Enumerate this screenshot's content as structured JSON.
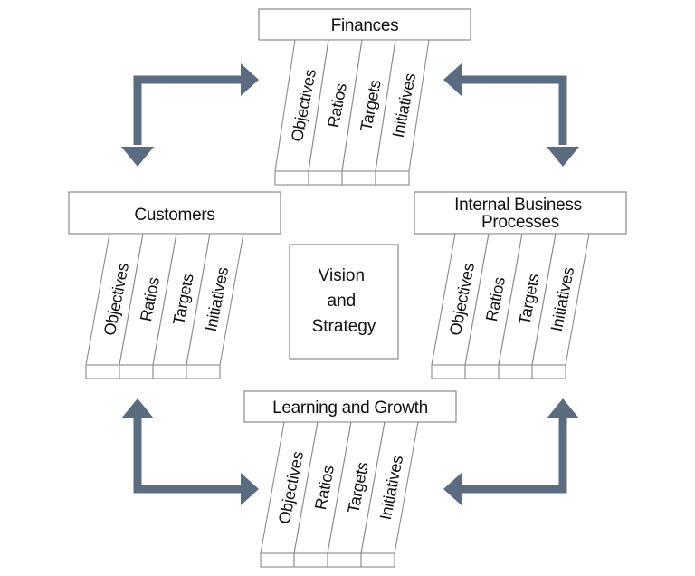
{
  "center": {
    "lines": [
      "Vision",
      "and",
      "Strategy"
    ]
  },
  "perspectives": {
    "finances": {
      "title_lines": [
        "Finances"
      ],
      "columns": [
        "Objectives",
        "Ratios",
        "Targets",
        "Initiatives"
      ]
    },
    "customers": {
      "title_lines": [
        "Customers"
      ],
      "columns": [
        "Objectives",
        "Ratios",
        "Targets",
        "Initiatives"
      ]
    },
    "internal": {
      "title_lines": [
        "Internal Business",
        "Processes"
      ],
      "columns": [
        "Objectives",
        "Ratios",
        "Targets",
        "Initiatives"
      ]
    },
    "learning": {
      "title_lines": [
        "Learning and Growth"
      ],
      "columns": [
        "Objectives",
        "Ratios",
        "Targets",
        "Initiatives"
      ]
    }
  },
  "colors": {
    "arrow": "#5b6b80",
    "border": "#8a8a8a",
    "text": "#111111"
  }
}
